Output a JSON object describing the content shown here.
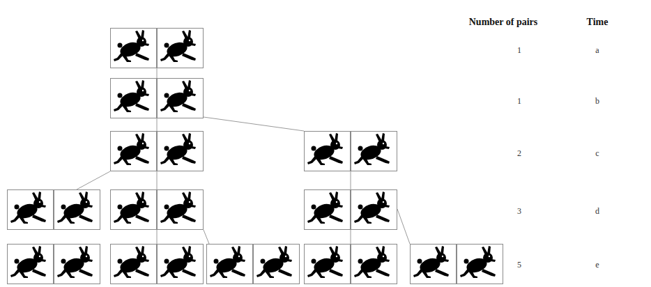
{
  "diagram": {
    "labels": [
      "Number of pairs",
      "Time",
      "1",
      "a",
      "1",
      "b",
      "2",
      "c",
      "3",
      "d",
      "5",
      "e"
    ]
  }
}
